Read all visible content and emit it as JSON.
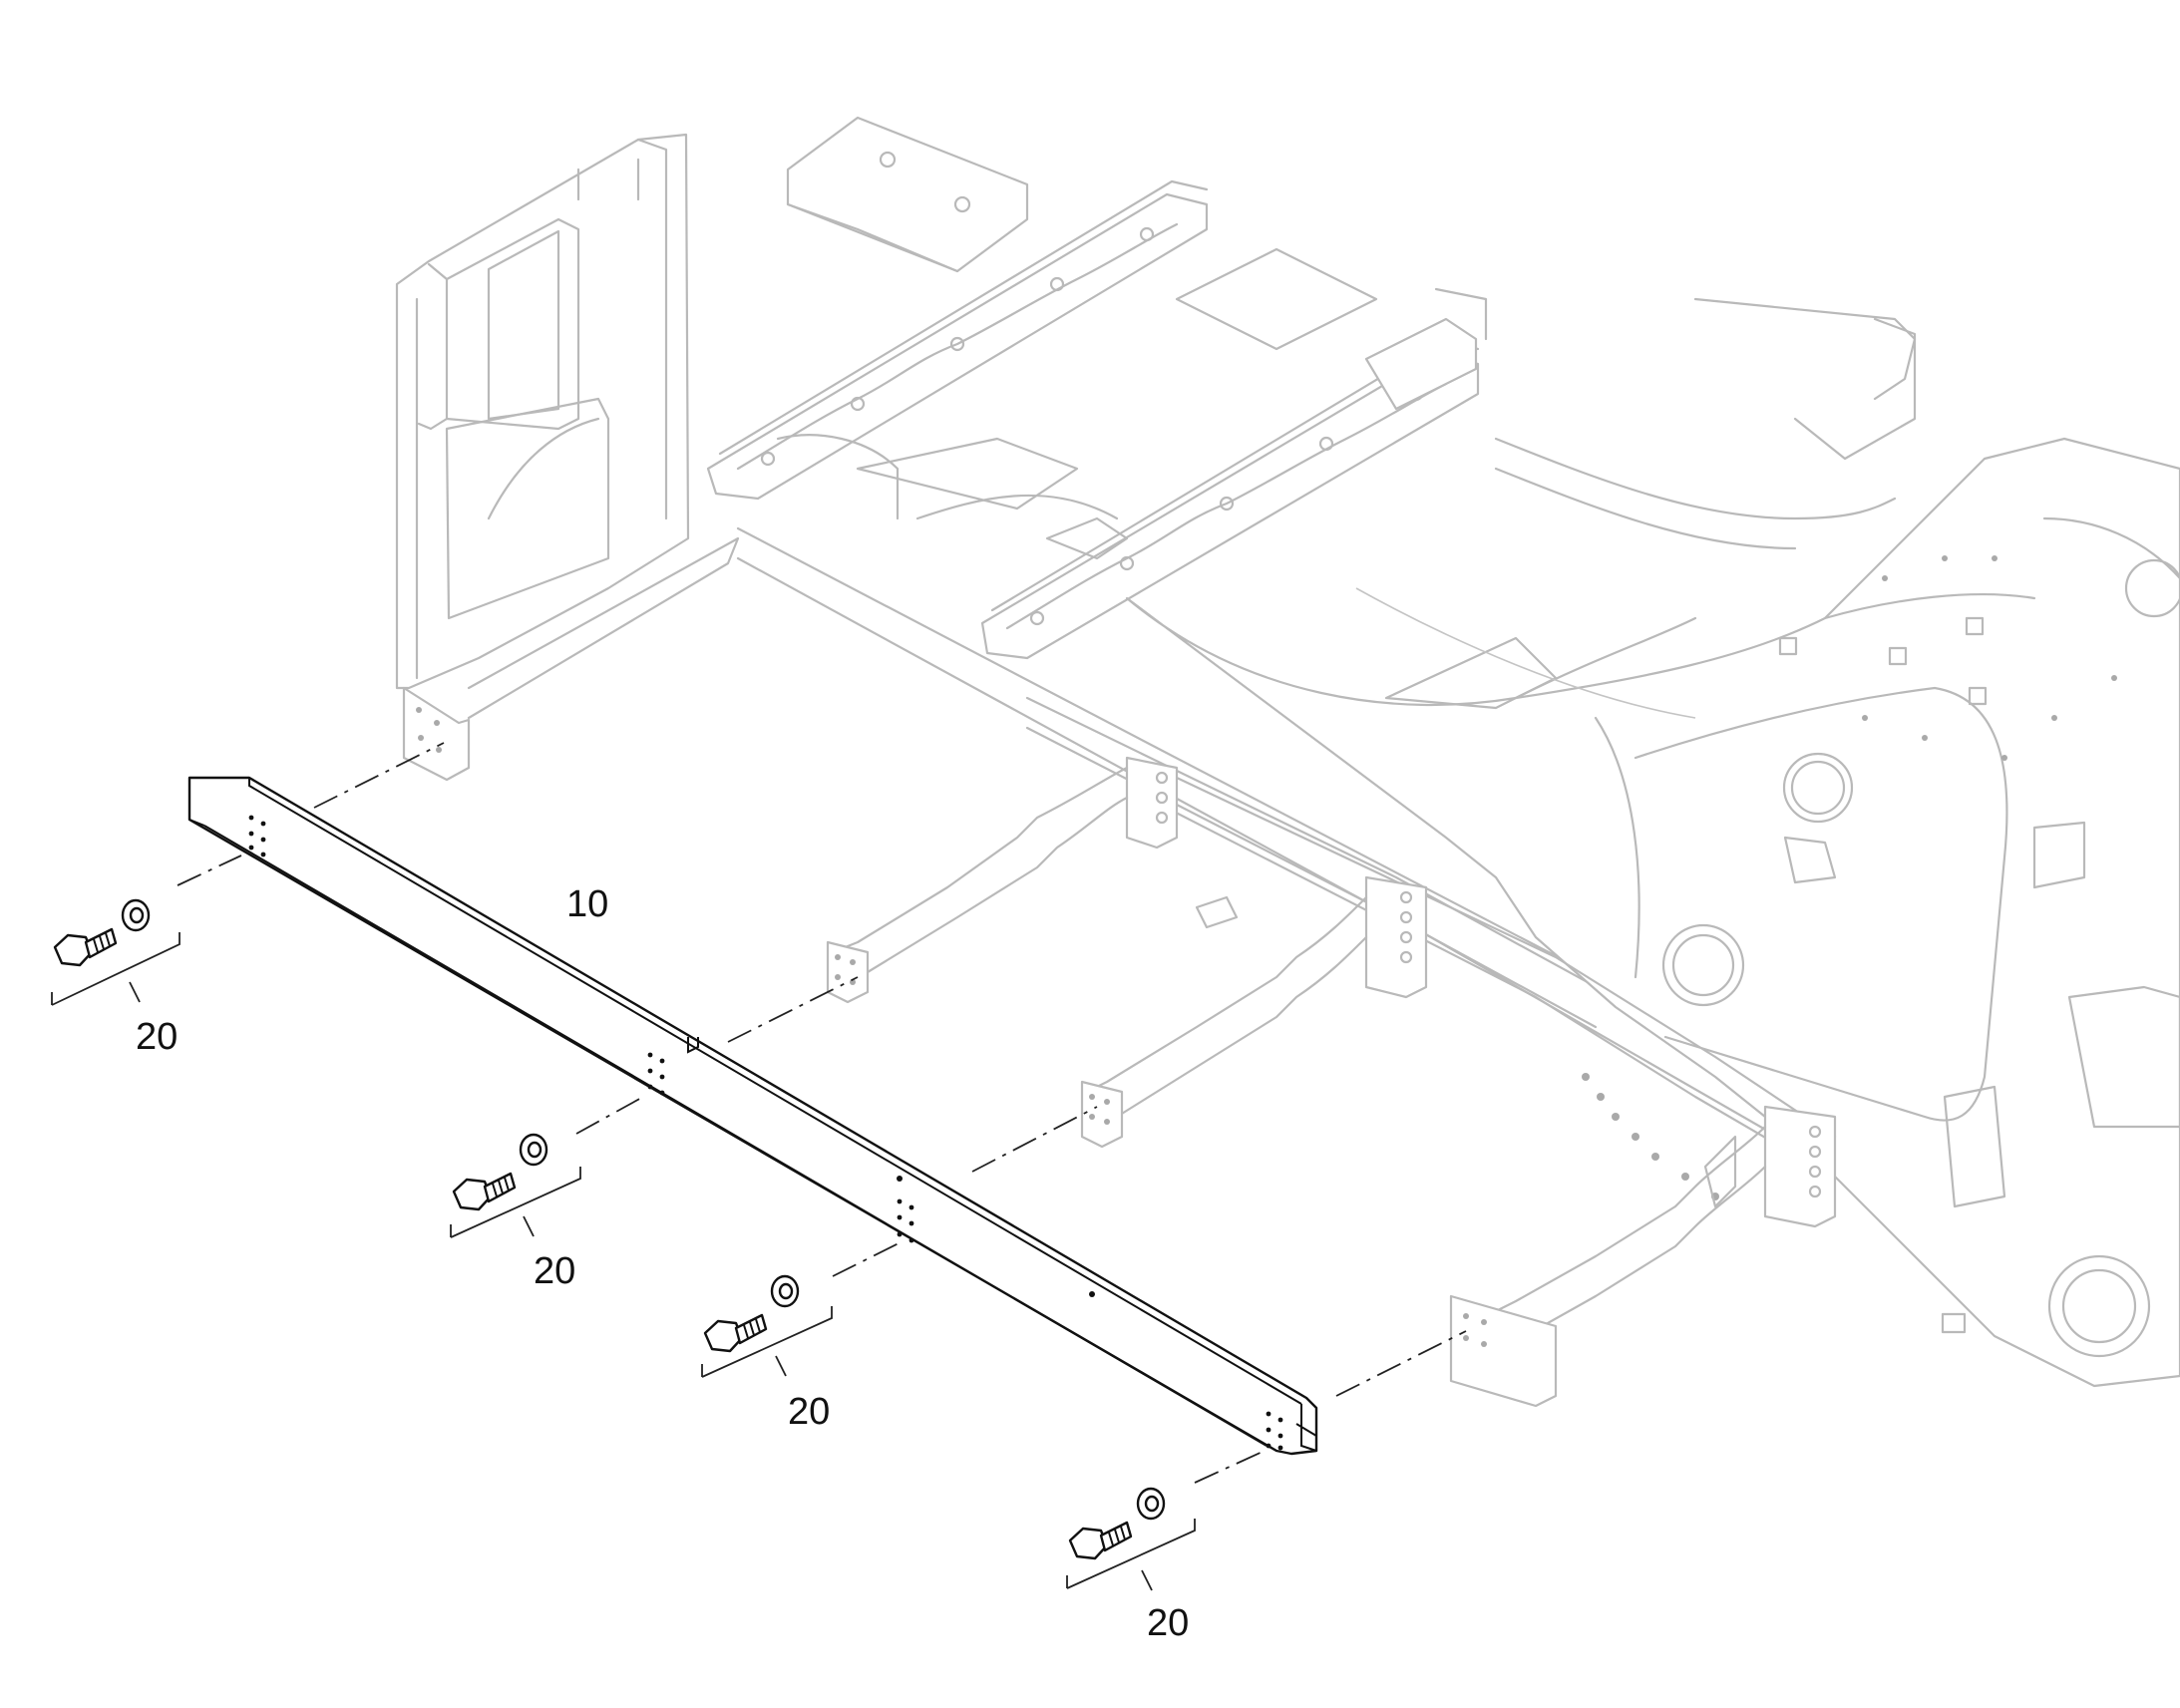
{
  "diagram": {
    "callouts": {
      "beam": "10",
      "bolt_set_1": "20",
      "bolt_set_2": "20",
      "bolt_set_3": "20",
      "bolt_set_4": "20"
    },
    "colors": {
      "background": "#ffffff",
      "highlighted_part": "#111111",
      "context_frame": "#b9b9b9"
    }
  }
}
